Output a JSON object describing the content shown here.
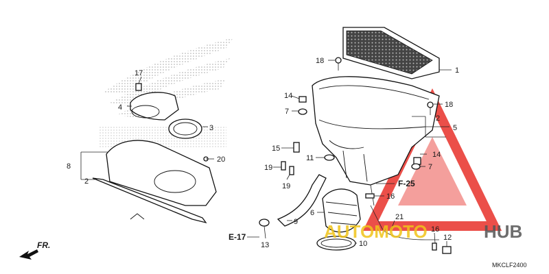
{
  "callouts": [
    {
      "id": "c1",
      "text": "1"
    },
    {
      "id": "c2a",
      "text": "2"
    },
    {
      "id": "c2b",
      "text": "2"
    },
    {
      "id": "c3",
      "text": "3"
    },
    {
      "id": "c4",
      "text": "4"
    },
    {
      "id": "c5",
      "text": "5"
    },
    {
      "id": "c6",
      "text": "6"
    },
    {
      "id": "c7a",
      "text": "7"
    },
    {
      "id": "c7b",
      "text": "7"
    },
    {
      "id": "c8",
      "text": "8"
    },
    {
      "id": "c9",
      "text": "9"
    },
    {
      "id": "c10",
      "text": "10"
    },
    {
      "id": "c11",
      "text": "11"
    },
    {
      "id": "c12",
      "text": "12"
    },
    {
      "id": "c13",
      "text": "13"
    },
    {
      "id": "c14a",
      "text": "14"
    },
    {
      "id": "c14b",
      "text": "14"
    },
    {
      "id": "c15",
      "text": "15"
    },
    {
      "id": "c16a",
      "text": "16"
    },
    {
      "id": "c16b",
      "text": "16"
    },
    {
      "id": "c17",
      "text": "17"
    },
    {
      "id": "c18a",
      "text": "18"
    },
    {
      "id": "c18b",
      "text": "18"
    },
    {
      "id": "c19a",
      "text": "19"
    },
    {
      "id": "c19b",
      "text": "19"
    },
    {
      "id": "c20",
      "text": "20"
    },
    {
      "id": "c21",
      "text": "21"
    }
  ],
  "refs": {
    "f25": "F-25",
    "e17": "E-17"
  },
  "direction": "FR.",
  "diagram_code": "MKCLF2400",
  "watermark": {
    "word_a": "AUTOMOTO",
    "word_b": "HUB",
    "color_a": "#f0c419",
    "color_b": "#555555",
    "logo_color": "#e8312a"
  },
  "background_emblem": "Honda wing"
}
